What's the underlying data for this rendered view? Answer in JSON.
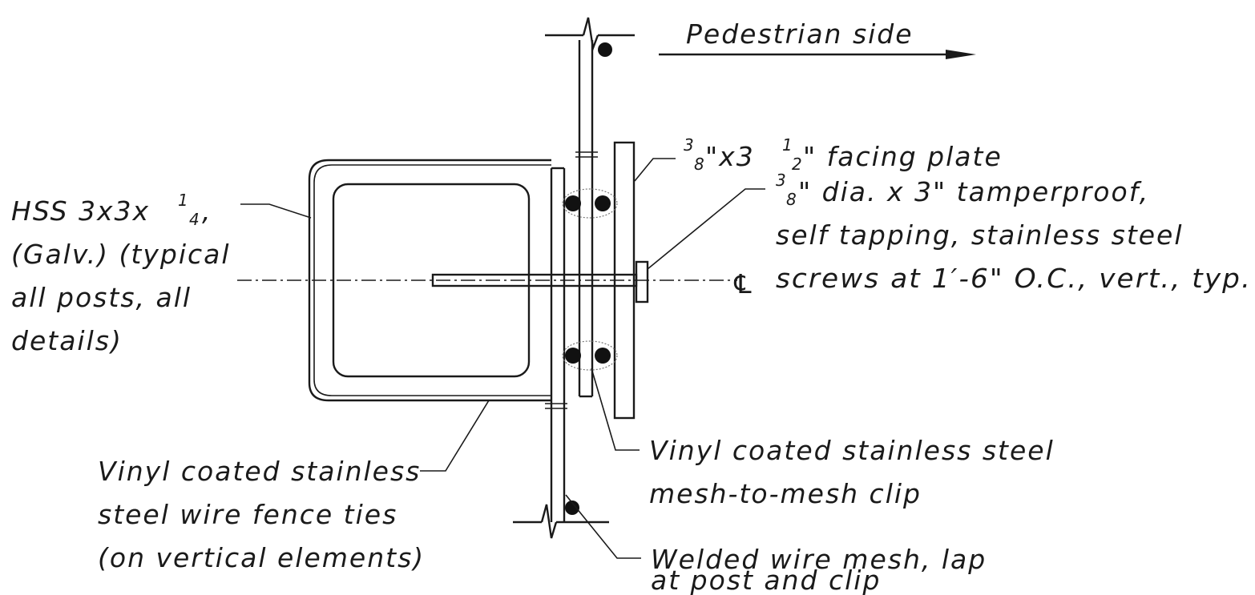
{
  "labels": {
    "pedestrian_side": "Pedestrian side",
    "centerline": "℄",
    "facing_plate": {
      "num": "3",
      "den": "8",
      "mid": "\"x3",
      "num2": "1",
      "den2": "2",
      "rest": "\" facing plate"
    },
    "screws": {
      "num": "3",
      "den": "8",
      "line1_rest": "\" dia. x 3\" tamperproof,",
      "line2": "self tapping, stainless steel",
      "line3": "screws at 1′-6\" O.C., vert., typ."
    },
    "hss": {
      "line1_a": "HSS 3x3x",
      "num": "1",
      "den": "4",
      "line1_b": ",",
      "line2": "(Galv.) (typical",
      "line3": "all posts, all",
      "line4": "details)"
    },
    "mesh_clip": {
      "line1": "Vinyl coated stainless steel",
      "line2": "mesh-to-mesh clip"
    },
    "fence_ties": {
      "line1": "Vinyl coated stainless",
      "line2": "steel wire fence ties",
      "line3": "(on vertical elements)"
    },
    "welded_mesh": {
      "line1": "Welded wire mesh, lap",
      "line2": "at post and clip"
    }
  }
}
